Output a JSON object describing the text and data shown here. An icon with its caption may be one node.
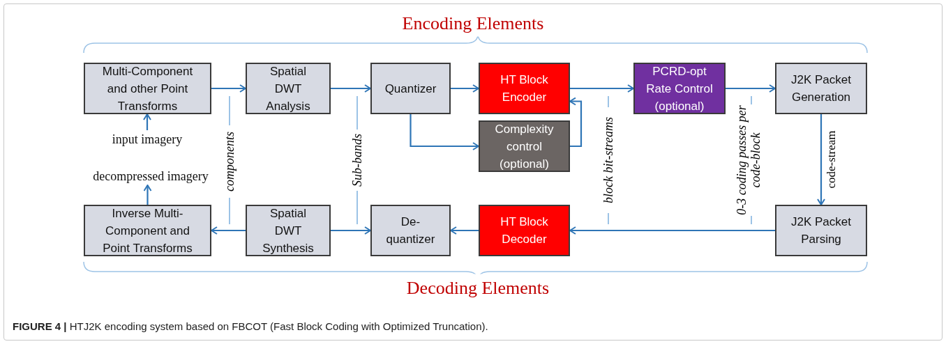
{
  "diagram": {
    "caption": "**FIGURE 4 |** HTJ2K encoding system based on FBCOT (Fast Block Coding with Optimized Truncation).",
    "nodes": [
      {
        "text": [
          "Multi-Component and other Point Transforms"
        ]
      },
      {
        "text": [
          "Spatial DWT Analysis"
        ]
      },
      {
        "text": [
          "Quantizer"
        ]
      },
      {
        "text": [
          "HT Block Encoder"
        ]
      },
      {
        "text": [
          "Complexity control (optional)"
        ]
      },
      {
        "text": [
          "PCRD-opt Rate Control (optional)"
        ]
      },
      {
        "text": [
          "J2K Packet Generation"
        ]
      },
      {
        "text": [
          "input imagery"
        ]
      },
      {
        "text": [
          "decompressed imagery"
        ]
      },
      {
        "text": [
          "Inverse Multi-Component and Point Transforms"
        ]
      },
      {
        "text": [
          "Spatial DWT Synthesis"
        ]
      },
      {
        "text": [
          "De-quantizer"
        ]
      },
      {
        "text": [
          "HT Block Decoder"
        ]
      },
      {
        "text": [
          "J2K Packet Parsing"
        ]
      }
    ],
    "edges": [
      {
        "from": 0,
        "to": 1,
        "arrow": "to"
      },
      {
        "from": 1,
        "to": 2,
        "arrow": "to"
      },
      {
        "from": 2,
        "to": 3,
        "arrow": "to"
      },
      {
        "from": 2,
        "to": 4,
        "arrow": "to"
      },
      {
        "from": 4,
        "to": 3,
        "arrow": "to"
      },
      {
        "from": 3,
        "to": 5,
        "arrow": "to"
      },
      {
        "from": 5,
        "to": 6,
        "arrow": "to"
      },
      {
        "from": 7,
        "to": 0,
        "arrow": "to"
      },
      {
        "from": 6,
        "to": 13,
        "arrow": "to"
      },
      {
        "from": 13,
        "to": 12,
        "arrow": "to"
      },
      {
        "from": 12,
        "to": 11,
        "arrow": "to"
      },
      {
        "from": 10,
        "to": 11,
        "arrow": "to"
      },
      {
        "from": 10,
        "to": 9,
        "arrow": "to"
      },
      {
        "from": 9,
        "to": 8,
        "arrow": "to"
      }
    ],
    "labels": [
      "Encoding Elements",
      "components",
      "Sub-bands",
      "block bit-streams",
      "0-3 coding passes per code-block",
      "code-stream",
      "Decoding Elements"
    ]
  }
}
